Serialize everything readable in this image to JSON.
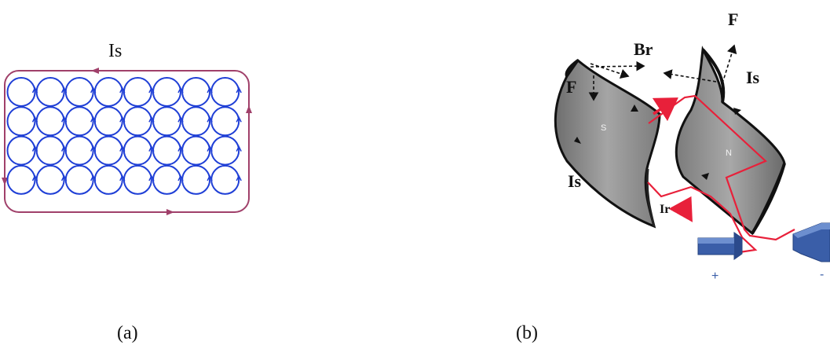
{
  "panel_a": {
    "current_label": "Is",
    "caption": "(a)",
    "rows": 4,
    "cols": 8
  },
  "panel_b": {
    "caption": "(b)",
    "labels": {
      "force_top": "F",
      "radial_field": "Br",
      "stator_current_right": "Is",
      "force_left": "F",
      "stator_current_left": "Is",
      "pole_s": "S",
      "pole_n": "N",
      "rotor_current": "Ir",
      "terminal_positive": "+",
      "terminal_negative": "-"
    }
  },
  "colors": {
    "loop": "#a0406a",
    "circle": "#1f3fd6",
    "wire": "#e8203a",
    "pole_face": "#8c8c8c",
    "pole_edge": "#111111",
    "terminal": "#3a5ea8"
  }
}
